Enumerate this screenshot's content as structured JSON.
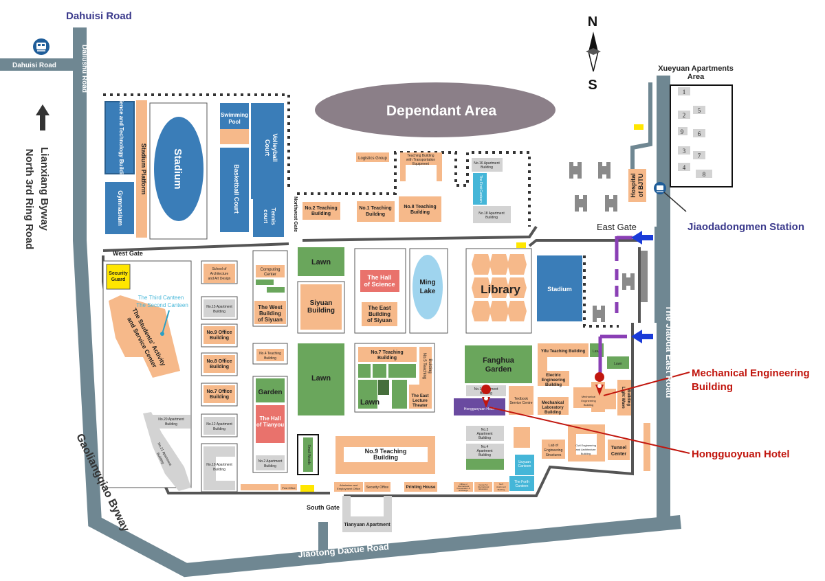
{
  "roads": {
    "dahuisi_top": "Dahuisi Road",
    "dahuisi_small": "Dahuisi Road",
    "daliushu": "Daliushu Road",
    "lianxiang_1": "Lianxiang Byway",
    "lianxiang_2": "North 3rd Ring Road",
    "gaoliangqiao": "Gaoliangqiao  Byway",
    "jiaotong_daxue": "Jiaotong Daxue Road",
    "jiaoda_east": "The Jiaoda East Road"
  },
  "compass": {
    "north": "N",
    "south": "S"
  },
  "gates": {
    "west": "West Gate",
    "northwest": "Northwest Gate",
    "east": "East Gate",
    "south": "South Gate"
  },
  "stations": {
    "jiaodadongmen": "Jiaodadongmen Station"
  },
  "areas": {
    "dependant": "Dependant Area",
    "xueyuan_1": "Xueyuan Apartments",
    "xueyuan_2": "Area",
    "xueyuan_numbers": [
      "1",
      "2",
      "5",
      "9",
      "6",
      "3",
      "7",
      "4",
      "8"
    ]
  },
  "buildings": {
    "sci_tech": "Science and Technology Building",
    "stadium_platform": "Stadium Platform",
    "stadium_west": "Stadium",
    "gymnasium": "Gymnasium",
    "swimming_1": "Swimming",
    "swimming_2": "Pool",
    "volleyball_1": "Volleyball",
    "volleyball_2": "Court",
    "basketball": "Basketball Court",
    "tennis_1": "Tennis",
    "tennis_2": "court",
    "logistics": "Logistics Group",
    "transport_1": "Teaching Building",
    "transport_2": "with Transportation",
    "transport_3": "Equipment",
    "apt16_1": "No.16 Apartment",
    "apt16_2": "Building",
    "first_canteen": "The First Canteen",
    "apt18_1": "No.18 Apartment",
    "apt18_2": "Building",
    "hospital_1": "Hospital",
    "hospital_2": "of BJTU",
    "no2_teach_1": "No.2 Teaching",
    "no2_teach_2": "Building",
    "no1_teach_1": "No.1 Teaching",
    "no1_teach_2": "Building",
    "no8_teach_1": "No.8 Teaching",
    "no8_teach_2": "Building",
    "security_1": "Security",
    "security_2": "Guard",
    "third_canteen": "The Third Canteen",
    "second_canteen": "The Second Canteen",
    "activity_1": "The Students' Activity",
    "activity_2": "and Service Center",
    "arch_1": "School of",
    "arch_2": "Architecture",
    "arch_3": "and Art Design",
    "apt15_1": "No.15 Apartment",
    "apt15_2": "Building",
    "office9_1": "No.9 Office",
    "office9_2": "Building",
    "office8_1": "No.8 Office",
    "office8_2": "Building",
    "office7_1": "No.7 Office",
    "office7_2": "Building",
    "apt12_1": "No.12 Apartment",
    "apt12_2": "Building",
    "apt19_1": "No.19 Apartment",
    "apt19_2": "Building",
    "apt20_1": "No.20 Apartment",
    "apt20_2": "Building",
    "apt21_1": "No.21 Apartment",
    "apt21_2": "Building",
    "computing_1": "Computing",
    "computing_2": "Center",
    "west_siyuan_1": "The West",
    "west_siyuan_2": "Building",
    "west_siyuan_3": "of Siyuan",
    "no4_teach_1": "No.4 Teaching",
    "no4_teach_2": "Building",
    "garden": "Garden",
    "tianyou_1": "The Hall",
    "tianyou_2": "of Tianyou",
    "apt2_1": "No.2 Apartment",
    "apt2_2": "Building",
    "small_woods": "Small Woods",
    "post_office": "Post Office",
    "lawn_1": "Lawn",
    "siyuan_1": "Siyuan",
    "siyuan_2": "Building",
    "lawn_2": "Lawn",
    "science_1": "The Hall",
    "science_2": "of Science",
    "east_siyuan_1": "The East",
    "east_siyuan_2": "Building",
    "east_siyuan_3": "of Siyuan",
    "ming_1": "Ming",
    "ming_2": "Lake",
    "library": "Library",
    "stadium_east": "Stadium",
    "no7_teach_1": "No.7 Teaching",
    "no7_teach_2": "Building",
    "no5_teach_1": "No.5 Teaching",
    "no5_teach_2": "Building",
    "lawn_3": "Lawn",
    "east_lecture_1": "The East",
    "east_lecture_2": "Lecture",
    "east_lecture_3": "Theater",
    "no9_teach_1": "No.9 Teaching",
    "no9_teach_2": "Building",
    "admission_1": "Admission and",
    "admission_2": "Employment Office",
    "security_office": "Security Office",
    "printing": "Printing House",
    "intl_1": "Office of",
    "intl_2": "International",
    "intl_3": "Cooperation &",
    "intl_4": "Exchange",
    "cie_1": "Center for",
    "cie_2": "International",
    "cie_3": "Education",
    "apt5_1": "No.5",
    "apt5_2": "Apartment",
    "apt5_3": "Building",
    "fanghua_1": "Fanghua",
    "fanghua_2": "Garden",
    "apt1_1": "No.1 Apartment",
    "apt1_2": "Building",
    "hongguoyuan_small": "Hongguoyuan Hotel",
    "apt3_1": "No.3",
    "apt3_2": "Apartment",
    "apt3_3": "Building",
    "apt4_1": "No.4",
    "apt4_2": "Apartment",
    "apt4_3": "Building",
    "textbook_1": "Textbook",
    "textbook_2": "Service Centre",
    "liuyuan_1": "Liuyuan",
    "liuyuan_2": "Canteen",
    "fourth_1": "The Forth",
    "fourth_2": "Canteen",
    "yifu": "Yifu Teaching Building",
    "lawn_4": "Lawn",
    "lawn_5": "Lawn",
    "electric_1": "Electric",
    "electric_2": "Engineering",
    "electric_3": "Building",
    "mech_lab_1": "Mechanical",
    "mech_lab_2": "Laboratory",
    "mech_lab_3": "Building",
    "mech_small_1": "Mechanical",
    "mech_small_2": "Engineering",
    "mech_small_3": "Building",
    "lightwave_1": "Light Wave",
    "lightwave_2": "Building",
    "lab_eng_1": "Lab of",
    "lab_eng_2": "Engineering",
    "lab_eng_3": "Structures",
    "civil_1": "Civil Engineering",
    "civil_2": "and Architecture",
    "civil_3": "Building",
    "tunnel_1": "Tunnel",
    "tunnel_2": "Center",
    "tianyuan": "Tianyuan Apartment"
  },
  "callouts": {
    "mech_1": "Mechanical Engineering",
    "mech_2": "Building",
    "hotel": "Hongguoyuan Hotel"
  },
  "colors": {
    "road": "#6f8792",
    "road_edge": "#56707c",
    "building": "#f6b98a",
    "blue": "#3a7db8",
    "green": "#6aa65c",
    "gray": "#d3d3d3",
    "red": "#e9726c",
    "yellow": "#ffe600",
    "purple": "#8a3fb5",
    "arrow_blue": "#1a3bd8",
    "callout_red": "#c1160e",
    "road_label": "#3b3a8c",
    "ellipse": "#8b7f88"
  }
}
